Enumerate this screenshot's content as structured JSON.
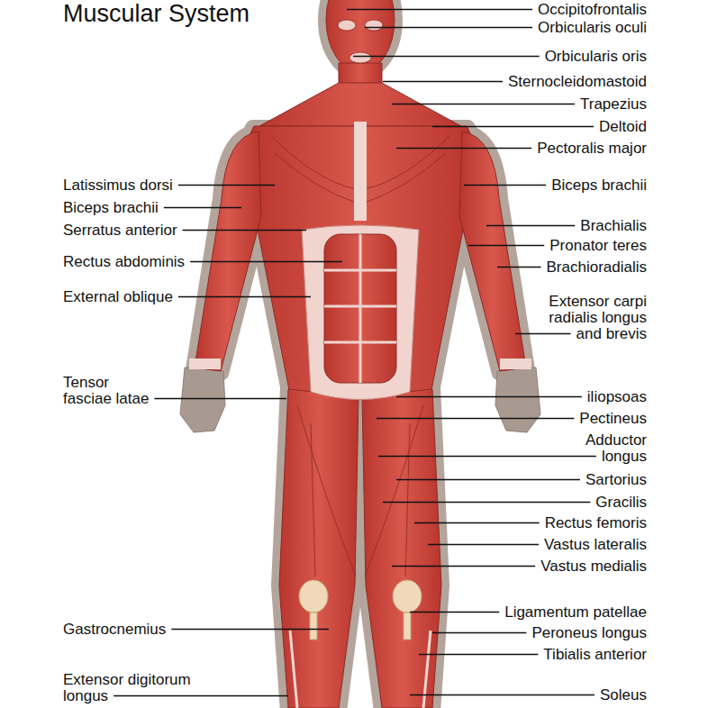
{
  "diagram": {
    "title": "Muscular System",
    "labels": [
      "Occipitofrontalis",
      "Orbicularis oculi",
      "Orbicularis oris",
      "Sternocleidomastoid",
      "Trapezius",
      "Deltoid",
      "Pectoralis major",
      "Latissimus dorsi",
      "Biceps brachii",
      "Biceps brachii",
      "Serratus anterior",
      "Brachialis",
      "Pronator teres",
      "Rectus abdominis",
      "Brachioradialis",
      "External oblique",
      "Extensor carpi radialis longus and brevis",
      "Tensor fasciae latae",
      "iliopsoas",
      "Pectineus",
      "Adductor longus",
      "Sartorius",
      "Gracilis",
      "Rectus femoris",
      "Vastus lateralis",
      "Vastus medialis",
      "Ligamentum patellae",
      "Peroneus longus",
      "Gastrocnemius",
      "Tibialis anterior",
      "Extensor digitorum longus",
      "Soleus"
    ]
  }
}
